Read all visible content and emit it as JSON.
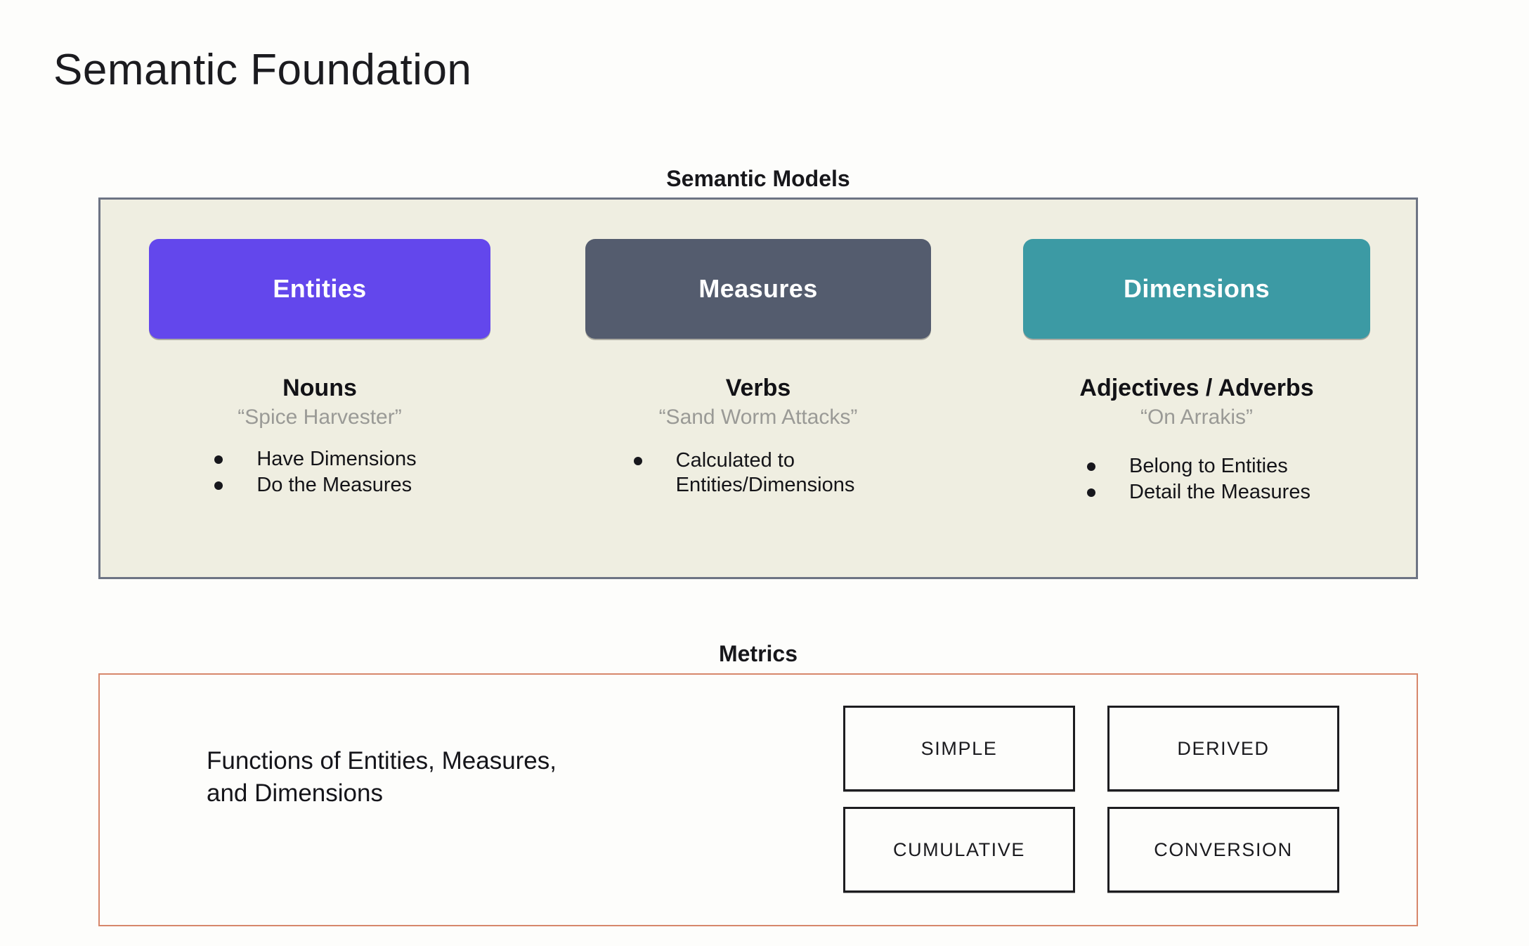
{
  "slide": {
    "title": "Semantic Foundation",
    "background_color": "#fdfdfb"
  },
  "semantic_models": {
    "caption": "Semantic Models",
    "panel_fill": "#efeee1",
    "panel_border": "#6d7484",
    "columns": [
      {
        "card_label": "Entities",
        "card_color": "#6347ec",
        "part_of_speech": "Nouns",
        "example": "“Spice Harvester”",
        "bullets": [
          "Have Dimensions",
          "Do the Measures"
        ]
      },
      {
        "card_label": "Measures",
        "card_color": "#545c6e",
        "part_of_speech": "Verbs",
        "example": "“Sand Worm Attacks”",
        "bullets": [
          "Calculated to\nEntities/Dimensions"
        ]
      },
      {
        "card_label": "Dimensions",
        "card_color": "#3c9aa4",
        "part_of_speech": "Adjectives / Adverbs",
        "example": "“On Arrakis”",
        "bullets": [
          "Belong to Entities",
          "Detail the Measures"
        ]
      }
    ]
  },
  "metrics": {
    "caption": "Metrics",
    "panel_border": "#d7876b",
    "description": "Functions of Entities, Measures,\nand Dimensions",
    "types": [
      "SIMPLE",
      "DERIVED",
      "CUMULATIVE",
      "CONVERSION"
    ]
  }
}
